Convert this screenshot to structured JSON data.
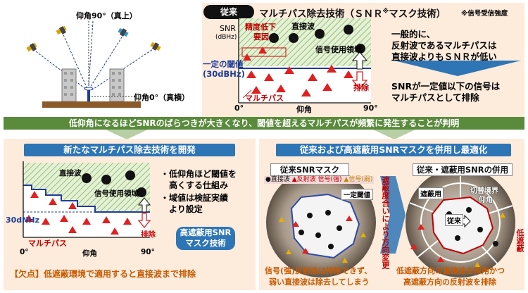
{
  "sky_diagram": {
    "zenith_label": "仰角90°（真上）",
    "horizon_label": "仰角0°（真横）"
  },
  "conventional": {
    "badge": "従来",
    "title": "マルチパス除去技術（ＳＮＲ",
    "title_mark": "※",
    "title_tail": "マスク技術）",
    "footnote": "※信号受信強度",
    "y_axis_label": "SNR",
    "y_axis_unit": "(dBHz)",
    "threshold_label": "一定の閾値",
    "threshold_value": "(30dBHz)",
    "accuracy_label_1": "精度低下",
    "accuracy_label_2": "要因",
    "direct_label": "直接波",
    "usage_region": "信号使用領域",
    "exclusion": "排除",
    "multipath_label": "マルチパス",
    "x_start": "0°",
    "x_label": "仰角",
    "x_end": "90°",
    "explanation_1": "一般的に、",
    "explanation_2": "反射波であるマルチパスは",
    "explanation_3": "直接波よりもＳＮＲが低い",
    "result_1": "SNRが一定値以下の信号は",
    "result_2": "マルチパスとして排除"
  },
  "finding": "低仰角になるほどSNRのばらつきが大きくなり、閾値を超えるマルチパスが頻繁に発生することが判明",
  "new_method": {
    "title": "新たなマルチパス除去技術を開発",
    "direct_label": "直接波",
    "usage_region": "信号使用領域",
    "threshold_value": "30dNHz",
    "exclusion": "排除",
    "multipath_label": "マルチパス",
    "x_start": "0°",
    "x_label": "仰角",
    "x_end": "90°",
    "bullets": [
      "・低仰角ほど閾値を",
      "高くする仕組み",
      "・域値は検証実績",
      "より設定"
    ],
    "tag": [
      "高遮蔽用SNR",
      "マスク技術"
    ],
    "drawback": "【欠点】低遮蔽環境で適用すると直接波まで排除"
  },
  "combined": {
    "title": "従来および高遮蔽用SNRマスクを併用し最適化",
    "left_title": "従来SNRマスク",
    "right_title": "従来・遮蔽用SNRの併用",
    "legend_direct": "●直接波",
    "legend_reflect": "▲反射波 信号(強)",
    "legend_weak": "▲信号(弱)",
    "threshold_callout": "一定閾値",
    "shield_label": "遮蔽用",
    "switch_label_1": "切替境界",
    "switch_label_2": "仰角",
    "conventional_label": "従来",
    "vertical_text": "遮蔽度合いにより方向変更",
    "caption_left_1": "信号(強)反射波は排除できず、",
    "caption_left_2": "弱い直接波は除去してしまう",
    "caption_right_1": "低遮蔽方向の直接波を採用かつ",
    "caption_right_2": "高遮蔽方向の反射波を排除",
    "edge_text": "低遮蔽"
  },
  "colors": {
    "panel_bg": "#fdebdc",
    "green_bar": "#5a8a3c",
    "blue_bar": "#2e75b6",
    "threshold_line": "#1f3d99",
    "multipath_red": "#e02020"
  }
}
